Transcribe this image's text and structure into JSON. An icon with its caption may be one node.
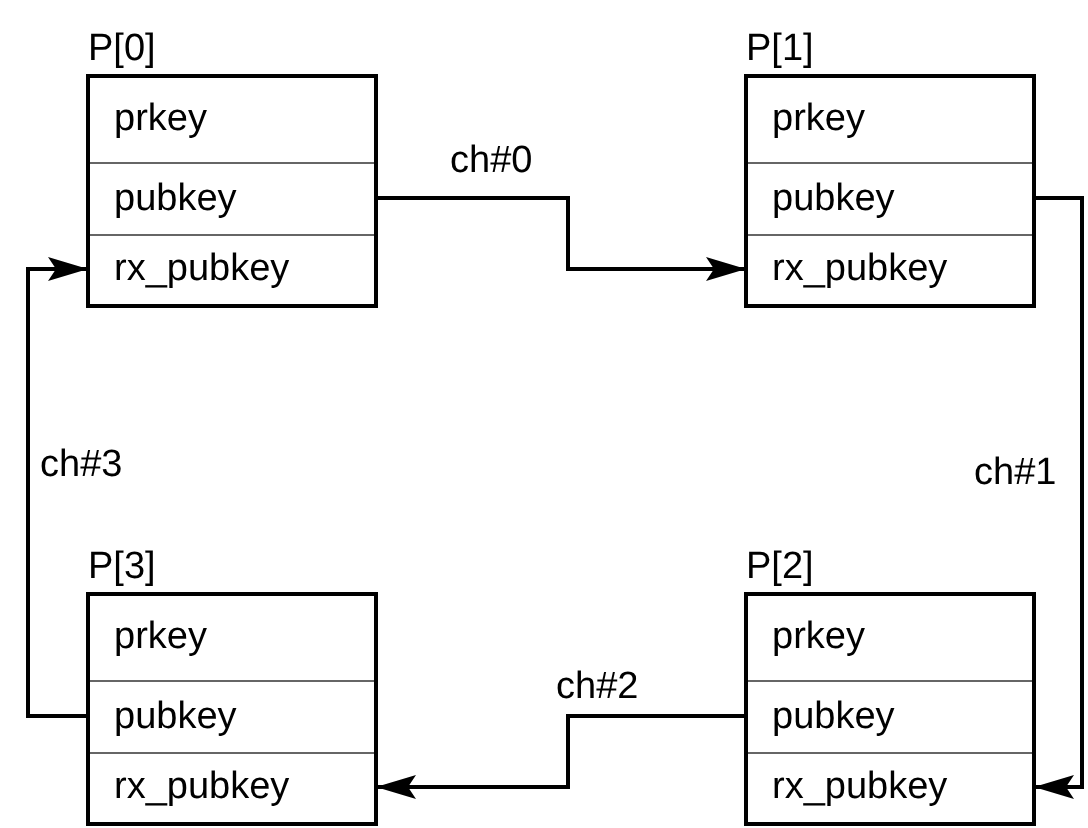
{
  "diagram": {
    "nodes": [
      {
        "text": [
          "P[0]"
        ]
      },
      {
        "text": [
          "prkey"
        ],
        "in": 0
      },
      {
        "text": [
          "pubkey"
        ],
        "in": 0
      },
      {
        "text": [
          "rx_pubkey"
        ],
        "in": 0
      },
      {
        "text": [
          "P[1]"
        ]
      },
      {
        "text": [
          "prkey"
        ],
        "in": 4
      },
      {
        "text": [
          "pubkey"
        ],
        "in": 4
      },
      {
        "text": [
          "rx_pubkey"
        ],
        "in": 4
      },
      {
        "text": [
          "P[3]"
        ]
      },
      {
        "text": [
          "prkey"
        ],
        "in": 8
      },
      {
        "text": [
          "pubkey"
        ],
        "in": 8
      },
      {
        "text": [
          "rx_pubkey"
        ],
        "in": 8
      },
      {
        "text": [
          "P[2]"
        ]
      },
      {
        "text": [
          "prkey"
        ],
        "in": 12
      },
      {
        "text": [
          "pubkey"
        ],
        "in": 12
      },
      {
        "text": [
          "rx_pubkey"
        ],
        "in": 12
      }
    ],
    "edges": [
      {
        "from": 2,
        "to": 7,
        "arrow": "to",
        "label": "ch#0"
      },
      {
        "from": 6,
        "to": 15,
        "arrow": "to",
        "label": "ch#1"
      },
      {
        "from": 14,
        "to": 11,
        "arrow": "to",
        "label": "ch#2"
      },
      {
        "from": 10,
        "to": 3,
        "arrow": "to",
        "label": "ch#3"
      }
    ]
  }
}
